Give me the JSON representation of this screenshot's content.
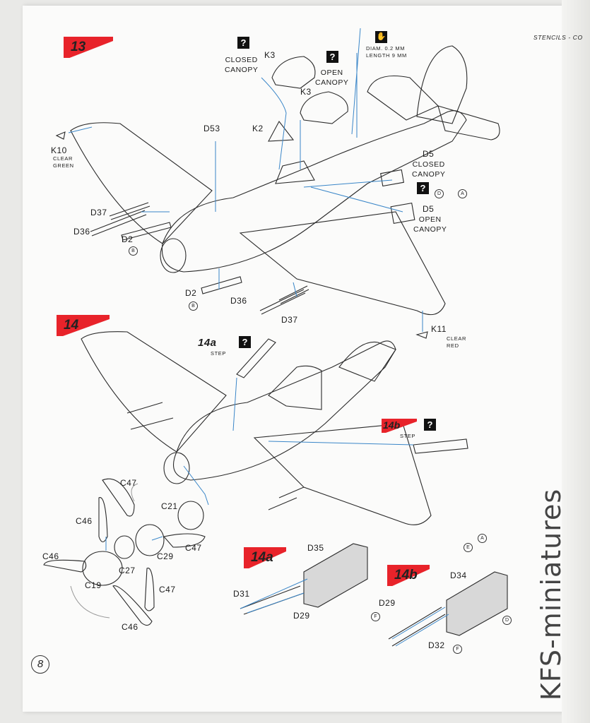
{
  "header": {
    "stencils": "STENCILS - CO"
  },
  "steps": {
    "s13": "13",
    "s14": "14",
    "s14a_inline": "14a",
    "s14a_inline_sub": "STEP",
    "s14b_inline": "14b",
    "s14b_inline_sub": "STEP",
    "s14a_detail": "14a",
    "s14b_detail": "14b"
  },
  "labels": {
    "closed_canopy_top": "CLOSED\nCANOPY",
    "k3_top": "K3",
    "open_canopy": "OPEN\nCANOPY",
    "k3_open": "K3",
    "diam": "DIAM. 0.2 MM\nLENGTH 9 MM",
    "d53": "D53",
    "k2": "K2",
    "k10": "K10",
    "k10_color": "CLEAR\nGREEN",
    "d5_closed": "D5",
    "d5_closed_sub": "CLOSED\nCANOPY",
    "d5_open": "D5",
    "d5_open_sub": "OPEN\nCANOPY",
    "d37_left": "D37",
    "d36_left": "D36",
    "d2_left": "D2",
    "d2_bottom": "D2",
    "d36_bottom": "D36",
    "d37_bottom": "D37",
    "k11": "K11",
    "k11_color": "CLEAR\nRED",
    "c47_top": "C47",
    "c21": "C21",
    "c46_left": "C46",
    "c46_far": "C46",
    "c27": "C27",
    "c29": "C29",
    "c47_right": "C47",
    "c19": "C19",
    "c47_bottom": "C47",
    "c46_bottom": "C46",
    "d35": "D35",
    "d31": "D31",
    "d29_a": "D29",
    "d34": "D34",
    "d29_b": "D29",
    "d32": "D32"
  },
  "paint_codes": {
    "b1": "B",
    "b2": "B",
    "d": "D",
    "a": "A",
    "e": "E",
    "a2": "A",
    "f": "F",
    "f2": "F",
    "d2": "D"
  },
  "question_mark": "?",
  "page_number": "8",
  "watermark": "KFS-miniatures",
  "colors": {
    "step_flag": "#e8232a",
    "leader_line": "#3a86c8",
    "line_art": "#2a2a2a"
  }
}
